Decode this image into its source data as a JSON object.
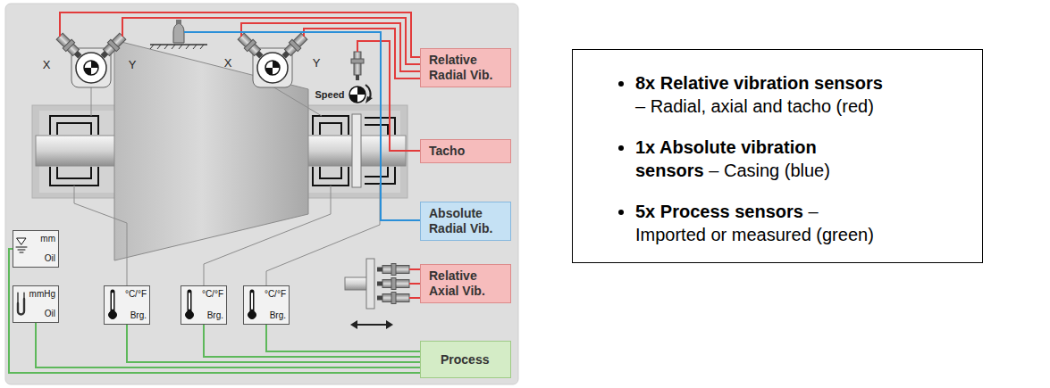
{
  "diagram": {
    "nodes": [
      {
        "text": [
          "Relative Radial Vib."
        ]
      },
      {
        "text": [
          "Tacho"
        ]
      },
      {
        "text": [
          "Absolute Radial Vib."
        ]
      },
      {
        "text": [
          "Relative Axial Vib."
        ]
      },
      {
        "text": [
          "mm",
          "Oil"
        ]
      },
      {
        "text": [
          "mmHg",
          "Oil"
        ]
      },
      {
        "text": [
          "°C/°F",
          "Brg."
        ]
      },
      {
        "text": [
          "°C/°F",
          "Brg."
        ]
      },
      {
        "text": [
          "°C/°F",
          "Brg."
        ]
      },
      {
        "text": [
          "Process"
        ]
      },
      {
        "text": [
          "8x Relative vibration sensors",
          "– Radial, axial and tacho (red)",
          "1x Absolute vibration sensors",
          "– Casing (blue)",
          "5x Process sensors",
          "– Imported or measured (green)"
        ]
      }
    ],
    "edges": [
      {
        "from": 4,
        "to": 9,
        "arrow": "none"
      },
      {
        "from": 5,
        "to": 9,
        "arrow": "none"
      },
      {
        "from": 6,
        "to": 9,
        "arrow": "none"
      },
      {
        "from": 7,
        "to": 9,
        "arrow": "none"
      },
      {
        "from": 8,
        "to": 9,
        "arrow": "none"
      }
    ],
    "labels": [
      "X",
      "Y",
      "X",
      "Y",
      "Speed"
    ]
  }
}
